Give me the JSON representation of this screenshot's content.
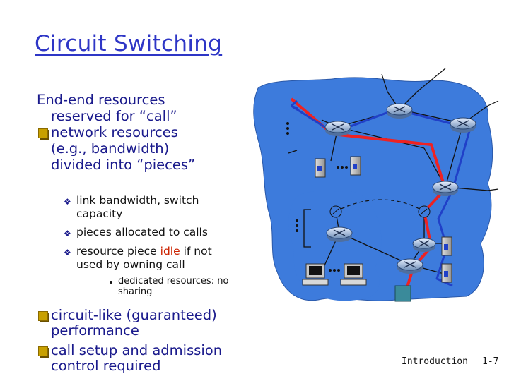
{
  "slide": {
    "title": "Circuit Switching",
    "intro_line1": "End-end resources",
    "intro_line2": "reserved for “call”",
    "bullet1_line1": "network resources",
    "bullet1_line2": "(e.g., bandwidth)",
    "bullet1_line3": "divided into “pieces”",
    "sub1_line1": "link bandwidth, switch",
    "sub1_line2": "capacity",
    "sub2": "pieces allocated to calls",
    "sub3_pre": "resource piece ",
    "sub3_idle": "idle",
    "sub3_post": " if not",
    "sub3_line2": "used by owning call",
    "subsub_line1": "dedicated resources: no",
    "subsub_line2": "sharing",
    "bullet2_line1": "circuit-like (guaranteed)",
    "bullet2_line2": "performance",
    "bullet3_line1": "call setup and admission",
    "bullet3_line2": "control required"
  },
  "footer": {
    "section": "Introduction",
    "page": "1-7"
  },
  "colors": {
    "text_blue": "#1a1a8c",
    "title_blue": "#2e36c6",
    "accent_red": "#cc2200",
    "network_cloud": "#3d7bdc",
    "circuit_path": "#ee2222"
  }
}
